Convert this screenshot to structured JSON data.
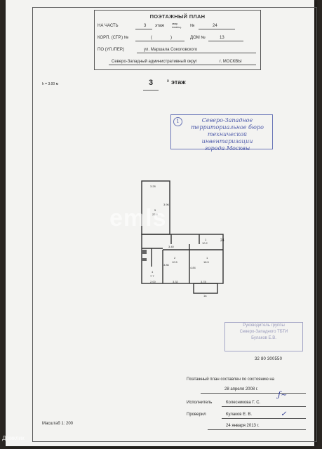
{
  "header": {
    "title": "ПОЭТАЖНЫЙ ПЛАН",
    "part_label": "НА ЧАСТЬ",
    "part_value": "3",
    "floor_word": "этаж",
    "apt_label_1": "квар.",
    "apt_label_2": "помещ.",
    "apt_no_sign": "№",
    "apt_value": "24",
    "korp_label": "КОРП. (СТР.) №",
    "korp_value": "(",
    "korp_value_close": ")",
    "dom_label": "ДОМ №",
    "dom_value": "13",
    "street_label": "ПО (УЛ./ПЕР.)",
    "street_value": "ул. Маршала Соколовского",
    "district_value": "Северо-Западный административный округ",
    "city_value": "г. МОСКВЫ"
  },
  "height_label": "h = 3.00 м",
  "floor_number": "3",
  "floor_sup": "й",
  "floor_label": "этаж",
  "bti_stamp": {
    "number": "1",
    "lines": [
      "Северо-Западное",
      "территориальное бюро",
      "технической инвентаризации",
      "города Москвы"
    ]
  },
  "plan": {
    "rooms": [
      {
        "num": "5",
        "area": "22.8",
        "dim": "3.28"
      },
      {
        "num": "1",
        "area": "10.2"
      },
      {
        "num": "2",
        "area": "10.5",
        "dim": "3.32"
      },
      {
        "num": "1",
        "area": "18.5",
        "dim": "3.78"
      },
      {
        "num": "4",
        "area": "7.7",
        "dim": "2.00"
      }
    ],
    "dims": [
      "3.40",
      "3.96",
      "3.86",
      "4.84",
      "1a"
    ],
    "corner": "24"
  },
  "resp_stamp": {
    "lines": [
      "Руководитель группы",
      "Северо-Западного ТБТИ",
      "Булаков Е.В."
    ]
  },
  "code": "32 80 300550",
  "bottom": {
    "state_line": "Поэтажный план составлен по состоянию на",
    "state_date": "28 апреля 2008 г.",
    "executor_label": "Исполнитель",
    "executor_name": "Колесникова Г. С.",
    "checked_label": "Проверил",
    "checked_name": "Кулаков Е. В.",
    "checked_date": "24 января 2013 г."
  },
  "scale": "Масштаб 1: 200",
  "watermark": "emls",
  "brand": "Домклик",
  "colors": {
    "paper": "#f3f3f1",
    "stamp_blue": "#4a57a8",
    "ink": "#2a3690"
  }
}
